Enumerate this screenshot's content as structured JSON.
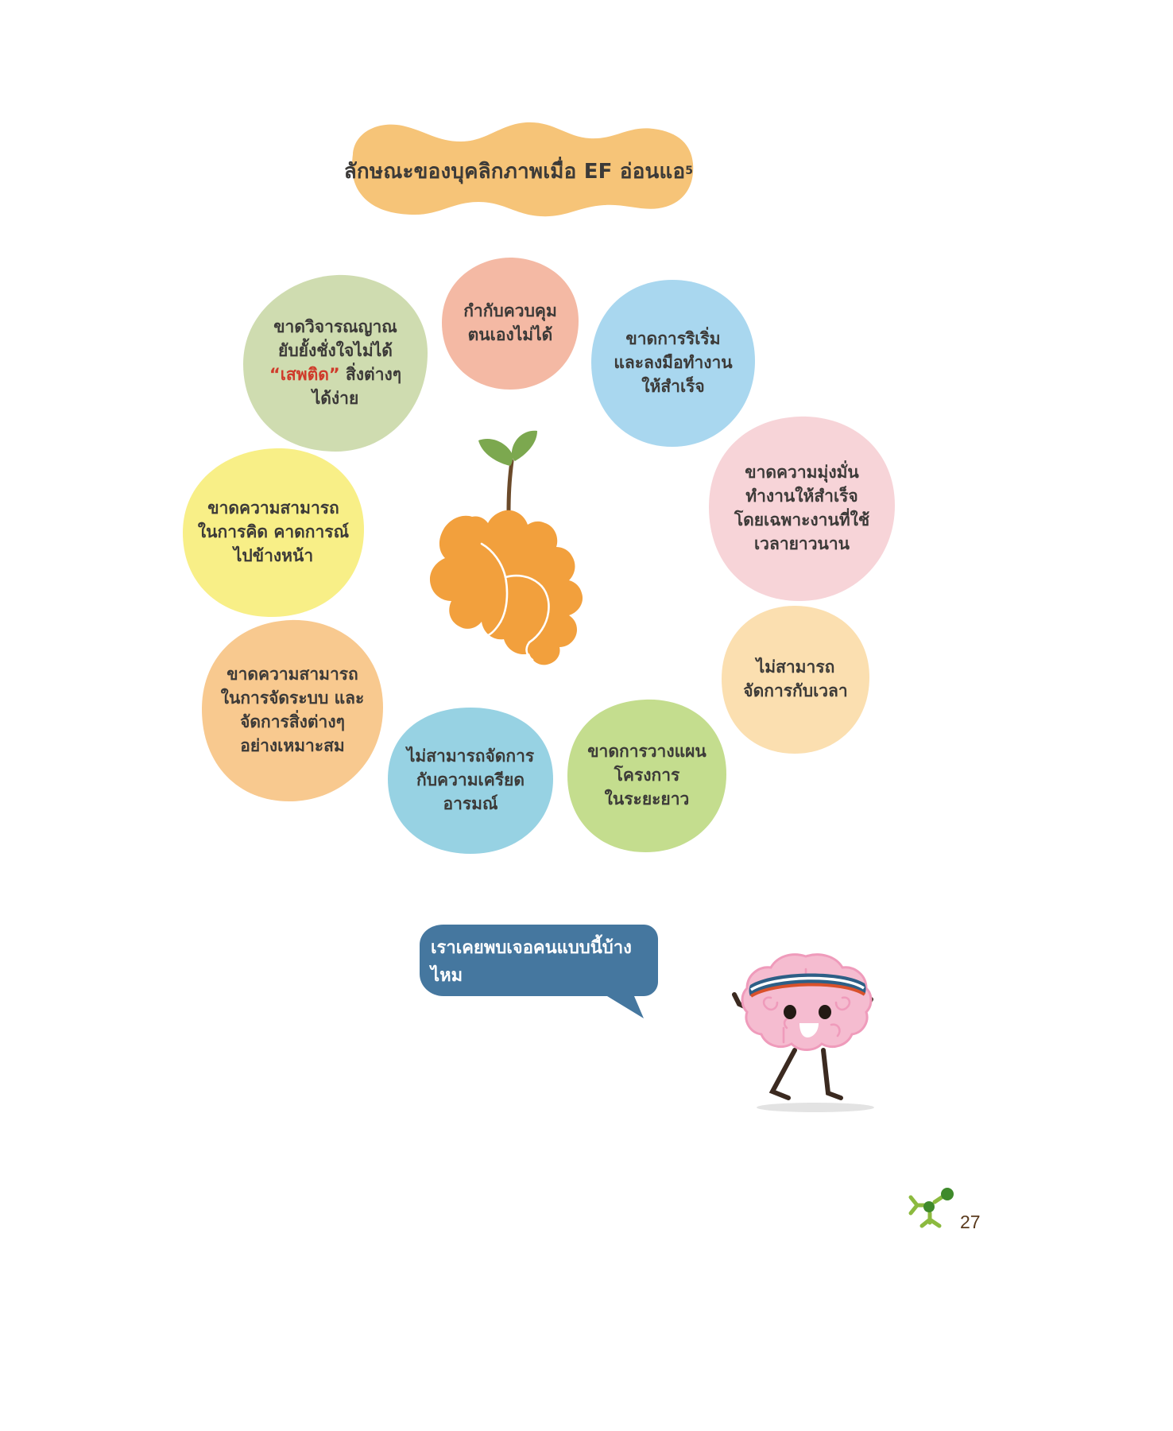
{
  "page": {
    "number": "27",
    "background_color": "#ffffff"
  },
  "title": {
    "text": "ลักษณะของบุคลิกภาพเมื่อ EF อ่อนแอ",
    "superscript": "5",
    "banner_color": "#f6c478",
    "text_color": "#3c3a38"
  },
  "center": {
    "icon_name": "brain-sprout-illustration",
    "brain_color": "#f2a03d",
    "sprout_color": "#7ca84f",
    "stem_color": "#6b4a2a"
  },
  "bubbles": [
    {
      "id": "self-regulation",
      "label": "กำกับควบคุม\nตนเองไม่ได้",
      "color": "#f4b9a4"
    },
    {
      "id": "judgement",
      "label_before": "ขาดวิจารณญาณ\nยับยั้งชั่งใจไม่ได้\n",
      "label_highlight": "“เสพติด”",
      "label_after": " สิ่งต่างๆ\nได้ง่าย",
      "color": "#cfdcb0",
      "highlight_color": "#cf3a2a"
    },
    {
      "id": "initiate",
      "label": "ขาดการริเริ่ม\nและลงมือทำงาน\nให้สำเร็จ",
      "color": "#a9d7ef"
    },
    {
      "id": "persistence",
      "label": "ขาดความมุ่งมั่น\nทำงานให้สำเร็จ\nโดยเฉพาะงานที่ใช้\nเวลายาวนาน",
      "color": "#f7d4d8"
    },
    {
      "id": "forethought",
      "label": "ขาดความสามารถ\nในการคิด คาดการณ์\nไปข้างหน้า",
      "color": "#f8ef87"
    },
    {
      "id": "time",
      "label": "ไม่สามารถ\nจัดการกับเวลา",
      "color": "#fbdfb0"
    },
    {
      "id": "organize",
      "label": "ขาดความสามารถ\nในการจัดระบบ และ\nจัดการสิ่งต่างๆ\nอย่างเหมาะสม",
      "color": "#f8c98f"
    },
    {
      "id": "stress",
      "label": "ไม่สามารถจัดการ\nกับความเครียด\nอารมณ์",
      "color": "#97d2e3"
    },
    {
      "id": "planning",
      "label": "ขาดการวางแผน\nโครงการ\nในระยะยาว",
      "color": "#c4dd8e"
    }
  ],
  "speech": {
    "text": "เราเคยพบเจอคนแบบนี้บ้างไหม",
    "bubble_color": "#45779f",
    "text_color": "#ffffff"
  },
  "mascot": {
    "icon_name": "brain-character-mascot",
    "body_color": "#f5bcd0",
    "outline_color": "#ef9bbb",
    "headband_colors": [
      "#2d5f86",
      "#ffffff",
      "#d9512a"
    ],
    "limb_color": "#3b2a20"
  },
  "footer": {
    "logo_name": "green-network-logo",
    "logo_colors": [
      "#8cba3f",
      "#3f8a2b"
    ],
    "page_number": "27"
  }
}
